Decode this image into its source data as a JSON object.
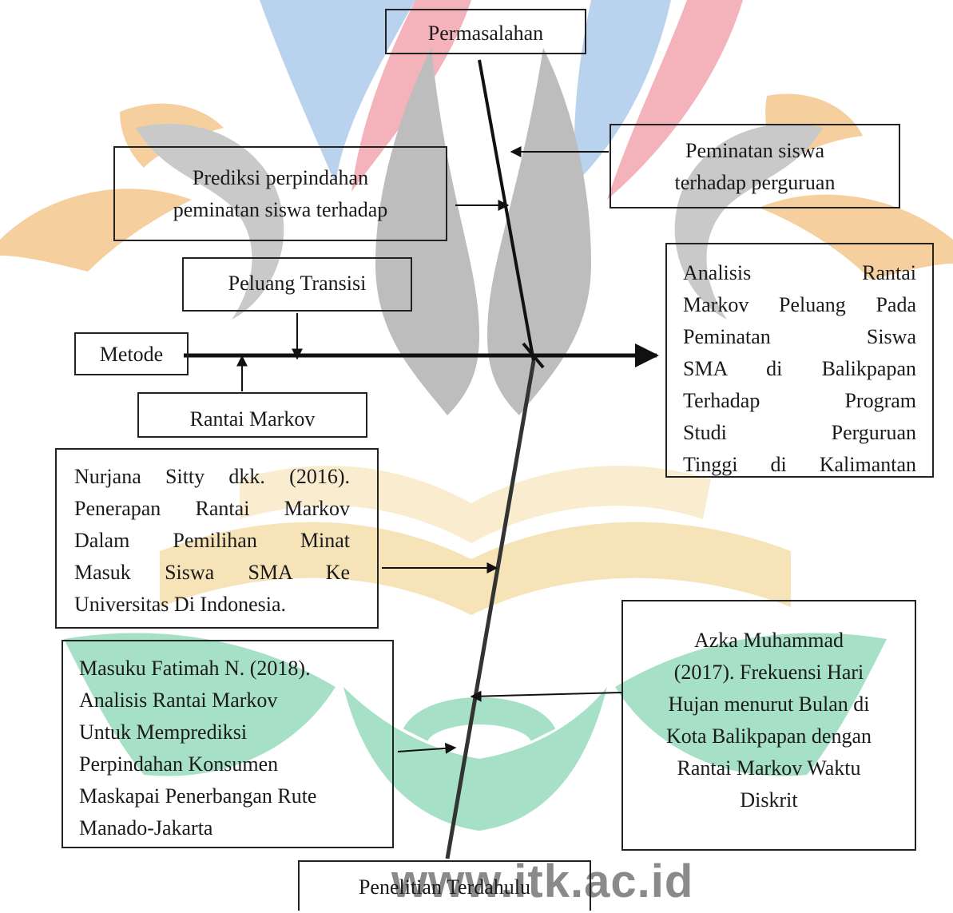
{
  "diagram": {
    "problem_label": "Permasalahan",
    "previous_research_label": "Penelitian Terdahulu",
    "method_label": "Metode",
    "title_lines": [
      "Analisis Rantai",
      "Markov Peluang Pada",
      "Peminatan Siswa",
      "SMA di Balikpapan",
      "Terhadap Program",
      "Studi Perguruan",
      "Tinggi di Kalimantan"
    ],
    "problem_causes": [
      {
        "lines": [
          "Peminatan siswa",
          "terhadap perguruan"
        ]
      },
      {
        "lines": [
          "Prediksi perpindahan",
          "peminatan siswa terhadap"
        ]
      }
    ],
    "method_causes": [
      {
        "lines": [
          "Peluang Transisi"
        ]
      },
      {
        "lines": [
          "Rantai Markov"
        ]
      }
    ],
    "research_causes": [
      {
        "lines": [
          "Nurjana Sitty dkk. (2016).",
          "Penerapan Rantai Markov",
          "Dalam Pemilihan Minat",
          "Masuk Siswa SMA Ke",
          "Universitas Di Indonesia."
        ]
      },
      {
        "lines": [
          "Masuku Fatimah N. (2018).",
          "Analisis Rantai Markov",
          "Untuk Memprediksi",
          "Perpindahan Konsumen",
          "Maskapai Penerbangan Rute",
          "Manado-Jakarta"
        ]
      },
      {
        "lines": [
          "Azka Muhammad",
          "(2017). Frekuensi Hari",
          "Hujan menurut Bulan di",
          "Kota Balikpapan dengan",
          "Rantai Markov Waktu",
          "Diskrit"
        ]
      }
    ]
  },
  "watermark": {
    "text": "www.itk.ac.id",
    "colors": {
      "blue": "#b9d3ee",
      "pink": "#f4b3bb",
      "orange": "#f6cf9f",
      "gray": "#bdbdbd",
      "green": "#a6e0c6",
      "yellow": "#f7e3b8"
    }
  }
}
